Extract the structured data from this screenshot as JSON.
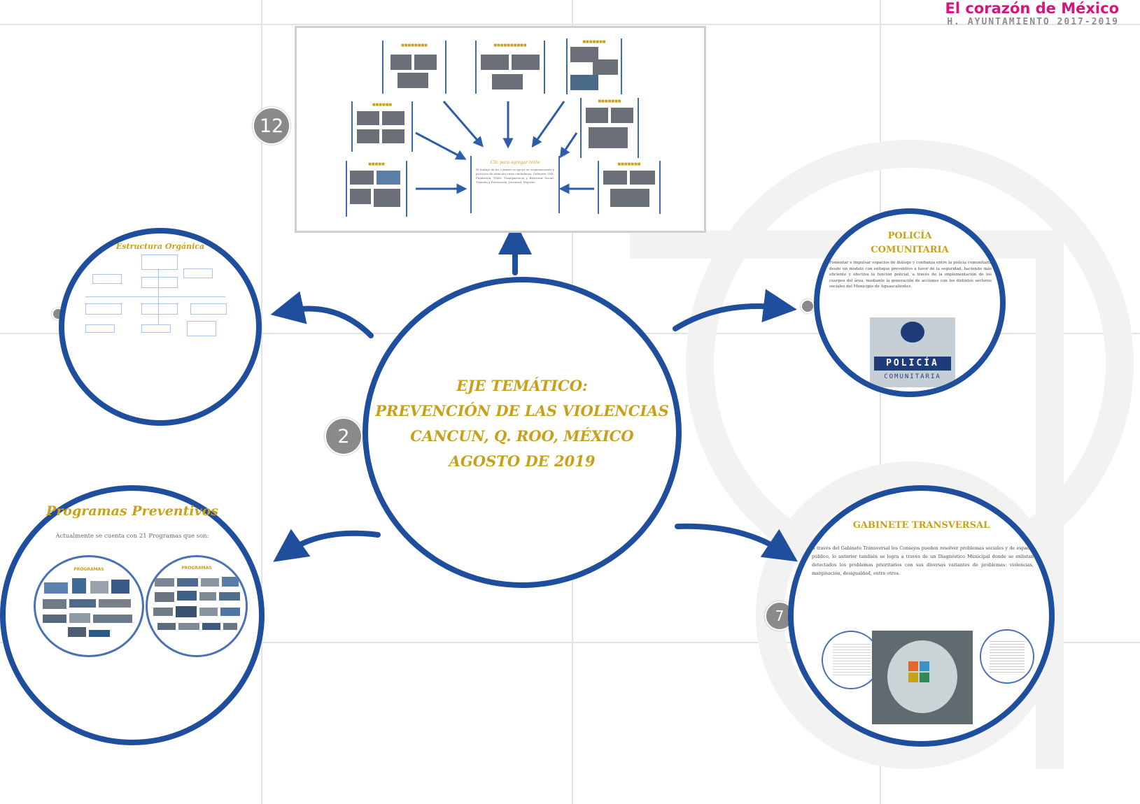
{
  "logo": {
    "line1": "El corazón de México",
    "line2": "H. AYUNTAMIENTO 2017-2019"
  },
  "badges": {
    "top": "12",
    "center": "2",
    "right_bottom": "7"
  },
  "center": {
    "line1": "EJE TEMÁTICO:",
    "line2": "PREVENCIÓN DE LAS VIOLENCIAS",
    "line3": "CANCUN, Q. ROO, MÉXICO",
    "line4": "AGOSTO DE 2019"
  },
  "estructura": {
    "title": "Estructura Orgánica"
  },
  "policia": {
    "title_line1": "POLICÍA",
    "title_line2": "COMUNITARIA",
    "body": "Fomentar e impulsar espacios de diálogo y confianza entre la policía comunitaria desde un modelo con enfoque preventivo a favor de la seguridad, haciendo más eficiente y efectiva la función policial, a través de la implementación de los cuerpos del área, mediante la generación de acciones con los distintos sectores sociales del Municipio de Aguascalientes.",
    "logo_word": "POLICÍA",
    "logo_word2": "COMUNITARIA"
  },
  "programas": {
    "title": "Programas Preventivos",
    "subtitle": "Actualmente se cuenta con 21 Programas que son:",
    "left_label": "PROGRAMAS",
    "right_label": "PROGRAMAS"
  },
  "gabinete": {
    "title": "GABINETE TRANSVERSAL",
    "body": "A través del Gabinete Transversal los Consejos pueden resolver problemas sociales y de espacio público, lo anterior también se logra a través de un Diagnóstico Municipal donde se enlistan detectados los problemas prioritarios con sus diversas variantes de problemas: violencias, marginación, desigualdad, entre otros."
  },
  "slide12": {
    "center_title": "Clic para agregar texto",
    "center_body": "El trabajo de los Comités se apoya en organizaciones y procesos de atención entre ciudadanos, Gabinete, INE, Fundación, ITAM, Transparencia y Bienestar Social, Tránsito y Prevención, Juventud, Mujeres."
  }
}
